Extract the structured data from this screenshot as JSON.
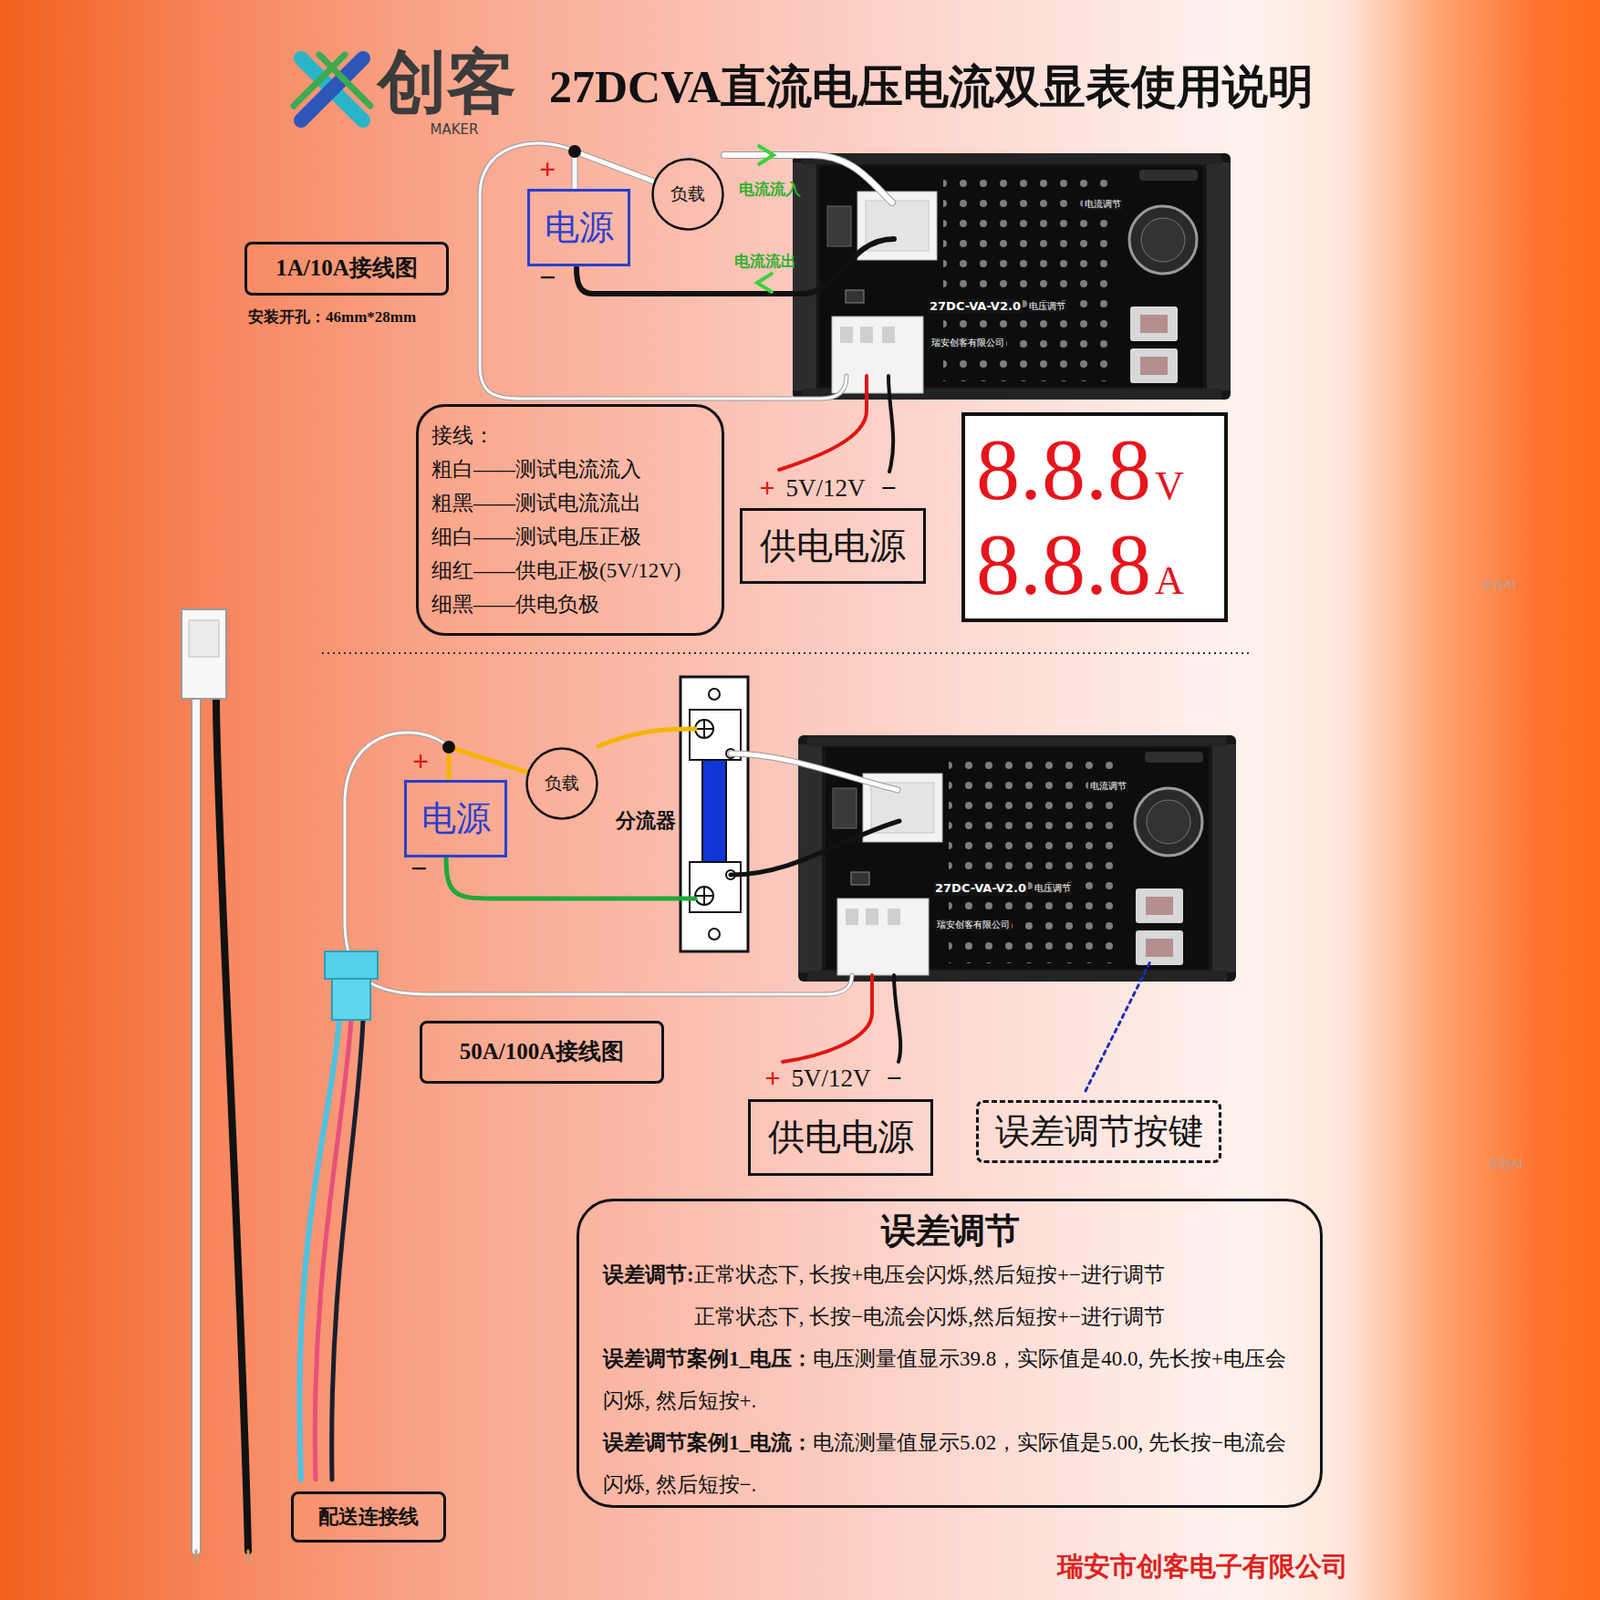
{
  "diagram": {
    "title": "27DCVA直流电压电流双显表使用说明",
    "nodes": [
      {
        "text": [
          "负载"
        ]
      },
      {
        "text": [
          "电源"
        ]
      },
      {
        "text": [
          "1A/10A接线图"
        ]
      },
      {
        "text": [
          "接线：",
          "粗白——测试电流流入",
          "粗黑——测试电流流出",
          "细白——测试电压正极",
          "细红——供电正极(5V/12V)",
          "细黑——供电负极"
        ]
      },
      {
        "text": [
          "8.8.8",
          "V",
          "8.8.8",
          "A"
        ]
      },
      {
        "text": [
          "供电电源"
        ]
      },
      {
        "text": [
          "负载"
        ]
      },
      {
        "text": [
          "电源"
        ]
      },
      {
        "text": [
          "50A/100A接线图"
        ]
      },
      {
        "text": [
          "供电电源"
        ]
      },
      {
        "text": [
          "误差调节按键"
        ]
      },
      {
        "text": [
          "误差调节",
          "误差调节:",
          "正常状态下, 长按+电压会闪烁,然后短按+−进行调节",
          "正常状态下, 长按−电流会闪烁,然后短按+−进行调节",
          "误差调节案例1_电压：",
          "电压测量值显示39.8，实际值是40.0, 先长按+电压会闪烁, 然后短按+.",
          "误差调节案例1_电流：",
          "电流测量值显示5.02，实际值是5.00, 先长按−电流会闪烁, 然后短按−."
        ]
      },
      {
        "text": [
          "配送连接线"
        ]
      }
    ],
    "edges": [
      {
        "from": 1,
        "to": 0,
        "arrow": "none"
      },
      {
        "from": 7,
        "to": 6,
        "arrow": "none"
      }
    ],
    "labels": [
      "创客",
      "MAKER",
      "电流流入",
      "电流流出",
      "+",
      "−",
      "27DC-VA-V2.0",
      "电压调节",
      "电流调节",
      "瑞安创客有限公司",
      "+",
      "5V/12V",
      "−",
      "安装开孔：46mm*28mm",
      "豆包AI",
      "+",
      "−",
      "分流器",
      "27DC-VA-V2.0",
      "电压调节",
      "电流调节",
      "瑞安创客有限公司",
      "+",
      "5V/12V",
      "−",
      "豆包AI",
      "瑞安市创客电子有限公司"
    ]
  }
}
